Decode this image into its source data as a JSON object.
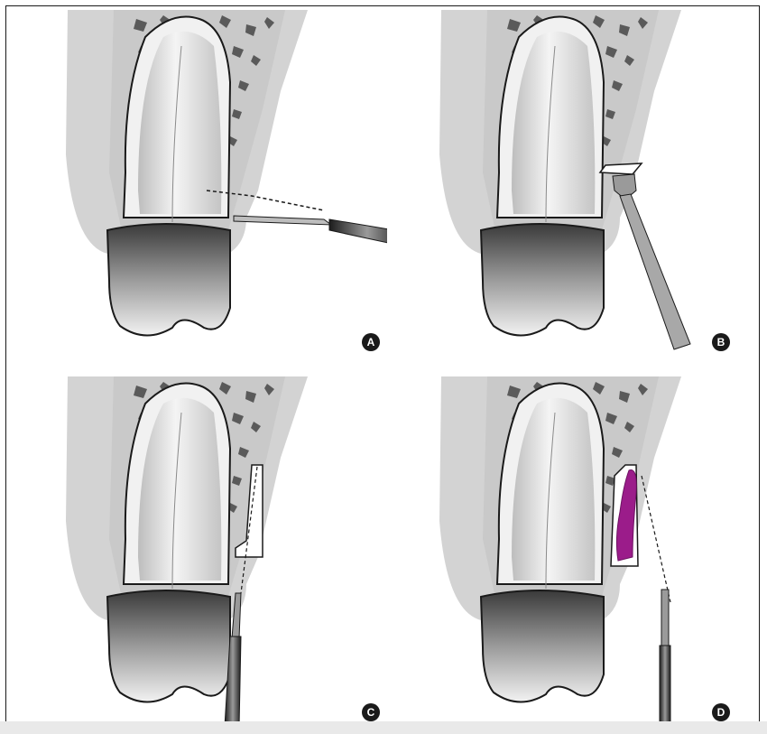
{
  "panels": [
    {
      "label": "A"
    },
    {
      "label": "B"
    },
    {
      "label": "C"
    },
    {
      "label": "D"
    }
  ],
  "colors": {
    "gingiva": "#d3d3d3",
    "bone": "#c6c6c6",
    "bone_pocket": "#5a5a5a",
    "tooth_light": "#f2f2f2",
    "crown_dark": "#3c3c3c",
    "outline": "#1a1a1a",
    "graft": "#9b1c8a",
    "blade": "#7a7a7a"
  }
}
